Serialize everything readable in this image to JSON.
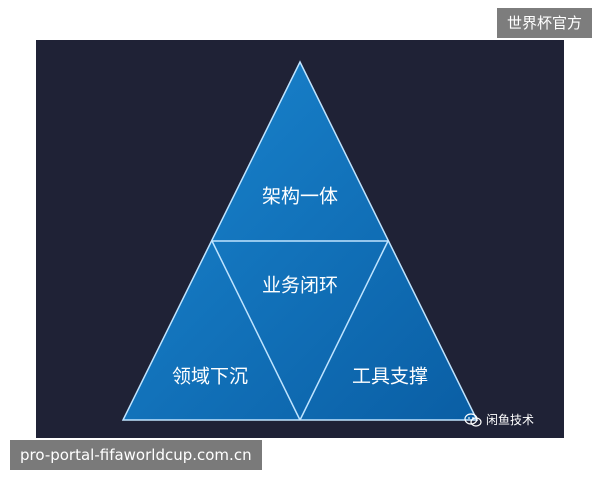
{
  "header": {
    "badge": "世界杯官方"
  },
  "diagram": {
    "top": "架构一体",
    "center": "业务闭环",
    "bottom_left": "领域下沉",
    "bottom_right": "工具支撑"
  },
  "watermark": {
    "text": "闲鱼技术",
    "icon": "wechat-icon"
  },
  "footer": {
    "url": "pro-portal-fifaworldcup.com.cn"
  },
  "colors": {
    "background": "#1f2236",
    "triangle": "#0e6db3",
    "outline": "#bfe4ff",
    "accent": "#7d7d7d"
  }
}
